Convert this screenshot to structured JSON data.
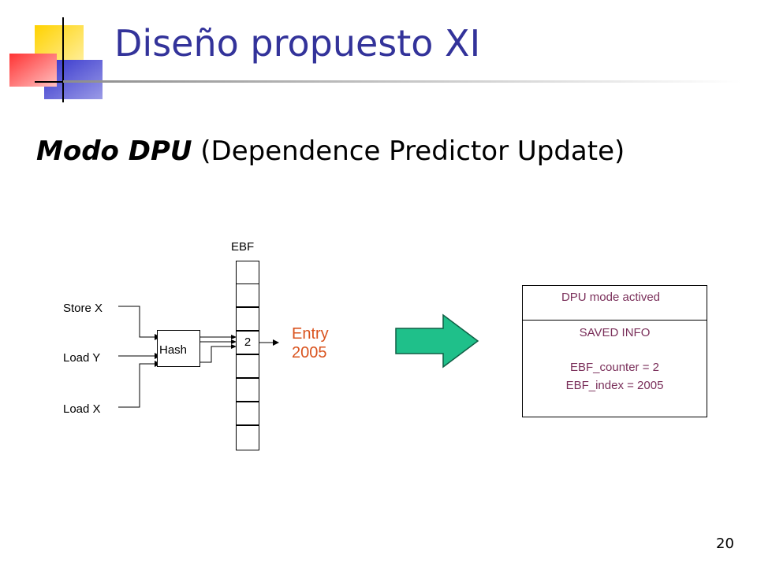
{
  "slide": {
    "title": "Diseño propuesto XI",
    "subtitle_bold": "Modo DPU",
    "subtitle_rest": " (Dependence Predictor Update)",
    "page_number": "20"
  },
  "diagram": {
    "inputs": [
      "Store X",
      "Load Y",
      "Load X"
    ],
    "hash_label": "Hash",
    "ebf_label": "EBF",
    "ebf_cell_value": "2",
    "entry_line1": "Entry",
    "entry_line2": "2005",
    "dpu_header": "DPU mode actived",
    "saved_info_title": "SAVED INFO",
    "ebf_counter": "EBF_counter = 2",
    "ebf_index": "EBF_index = 2005"
  },
  "colors": {
    "title": "#33339a",
    "entry_text": "#d9531e",
    "dpu_text": "#7a2f5a",
    "arrow_fill": "#1fc08a",
    "logo_yellow": "#ffd200",
    "logo_blue": "#3333cc",
    "logo_red": "#ff3333"
  }
}
